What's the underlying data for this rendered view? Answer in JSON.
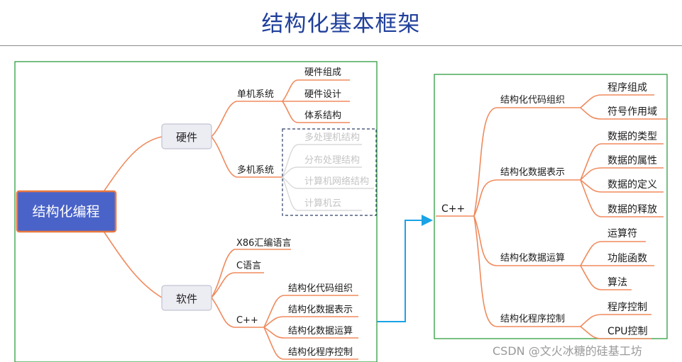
{
  "title": "结构化基本框架",
  "left_map": {
    "root": "结构化编程",
    "hardware": {
      "label": "硬件",
      "single": {
        "label": "单机系统",
        "items": [
          "硬件组成",
          "硬件设计",
          "体系结构"
        ]
      },
      "multi": {
        "label": "多机系统",
        "items": [
          "多处理机结构",
          "分布处理结构",
          "计算机网络结构",
          "计算机云"
        ]
      }
    },
    "software": {
      "label": "软件",
      "x86": "X86汇编语言",
      "c": "C语言",
      "cpp": {
        "label": "C++",
        "items": [
          "结构化代码组织",
          "结构化数据表示",
          "结构化数据运算",
          "结构化程序控制"
        ]
      }
    }
  },
  "right_map": {
    "root": "C++",
    "groups": [
      {
        "label": "结构化代码组织",
        "items": [
          "程序组成",
          "符号作用域"
        ]
      },
      {
        "label": "结构化数据表示",
        "items": [
          "数据的类型",
          "数据的属性",
          "数据的定义",
          "数据的释放"
        ]
      },
      {
        "label": "结构化数据运算",
        "items": [
          "运算符",
          "功能函数",
          "算法"
        ]
      },
      {
        "label": "结构化程序控制",
        "items": [
          "程序控制",
          "CPU控制"
        ]
      }
    ]
  },
  "watermark": "CSDN @文火冰糖的硅基工坊",
  "colors": {
    "title": "#1f3f9a",
    "root_fill": "#4a63c8",
    "root_border": "#e8783f",
    "branch": "#f08a5d",
    "panel_border": "#2e9d3f",
    "connector": "#1aa3e6",
    "dashed_box": "#2f3f66"
  }
}
